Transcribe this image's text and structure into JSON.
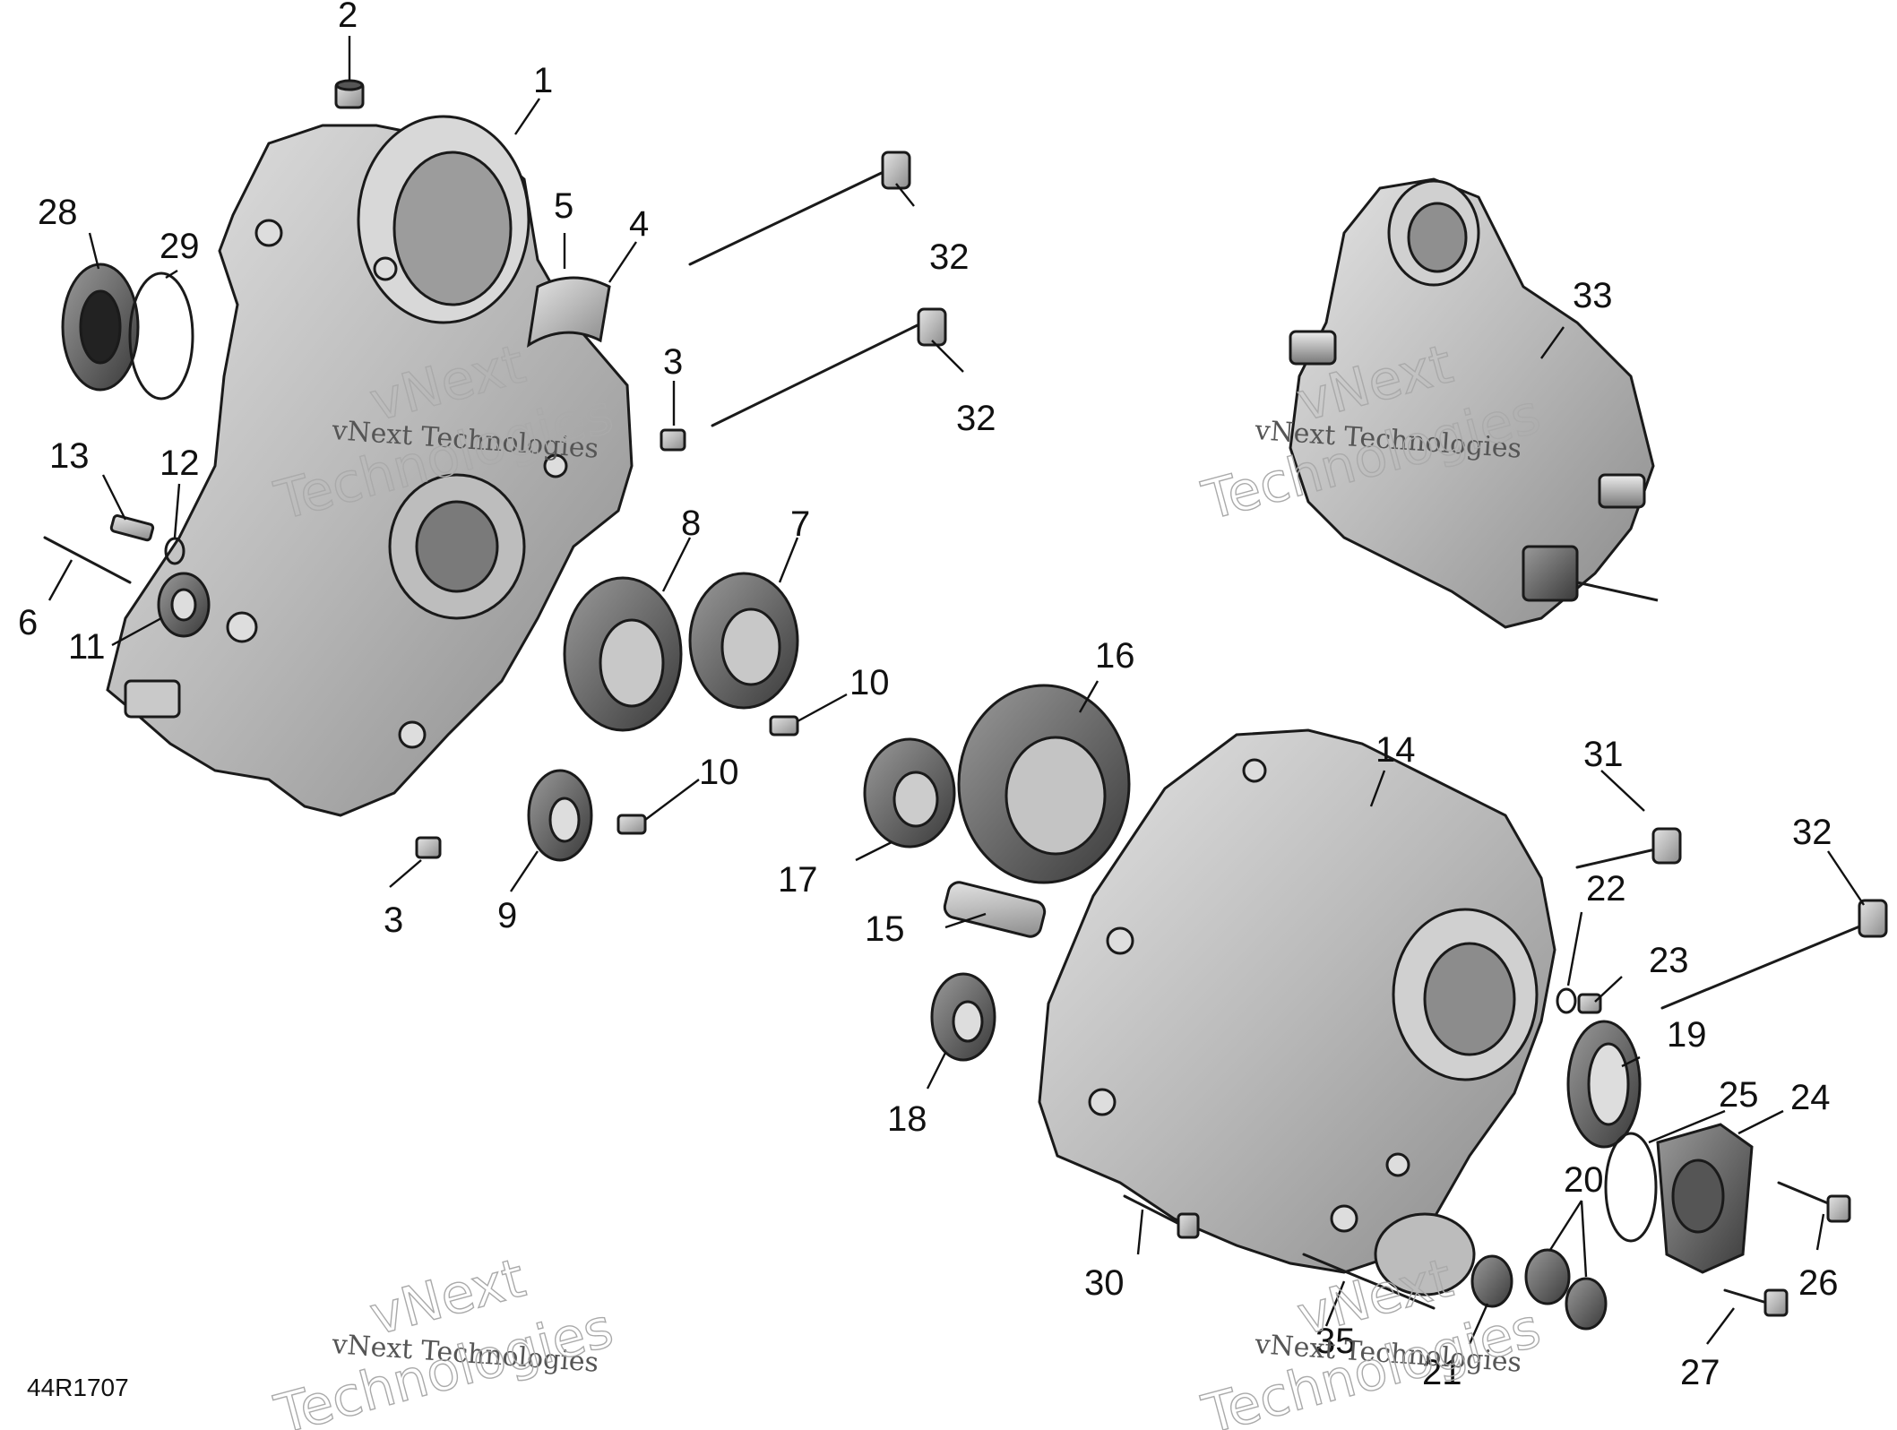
{
  "diagram": {
    "reference_code": "44R1707",
    "watermark": {
      "line1": "vNext Technologies",
      "line2": "vNext",
      "line3": "Technologies"
    },
    "callouts": [
      "1",
      "2",
      "3",
      "3",
      "4",
      "5",
      "6",
      "7",
      "8",
      "9",
      "10",
      "10",
      "11",
      "12",
      "13",
      "14",
      "15",
      "16",
      "17",
      "18",
      "19",
      "20",
      "21",
      "22",
      "23",
      "24",
      "25",
      "26",
      "27",
      "28",
      "29",
      "30",
      "31",
      "32",
      "32",
      "32",
      "33",
      "35"
    ]
  }
}
